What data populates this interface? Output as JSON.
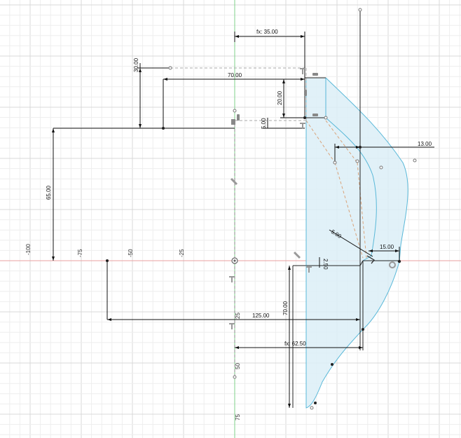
{
  "colors": {
    "background": "#ffffff",
    "grid_minor": "#eeeeee",
    "grid_major": "#d8d8d8",
    "axis_x": "#e8a0a0",
    "axis_y": "#7fd18a",
    "dimension": "#111111",
    "construction": "#d9a37a",
    "profile": "#59b8d8",
    "profile_fill": "#dceef7",
    "projection": "#aaaaaa"
  },
  "axis_labels": {
    "x": [
      "-100",
      "-75",
      "-50",
      "-25"
    ],
    "y": [
      "25",
      "50",
      "75"
    ]
  },
  "dimensions": {
    "fx_35": "fx: 35.00",
    "d_30": "30.00",
    "d_70_top": "70.00",
    "d_20": "20.00",
    "d_5_vert": "5.00",
    "d_13": "13.00",
    "d_65": "65.00",
    "d_5_diag": "5.00",
    "d_15": "15.00",
    "d_2_5": "2.50",
    "d_70_vert": "70.00",
    "d_125": "125.00",
    "fx_62_5": "fx: 62.50"
  },
  "icons": {
    "coincident": "coincident-constraint-icon",
    "perpendicular": "perpendicular-constraint-icon",
    "vertical": "vertical-constraint-icon",
    "tangent": "tangent-constraint-icon",
    "origin": "sketch-origin-icon"
  }
}
